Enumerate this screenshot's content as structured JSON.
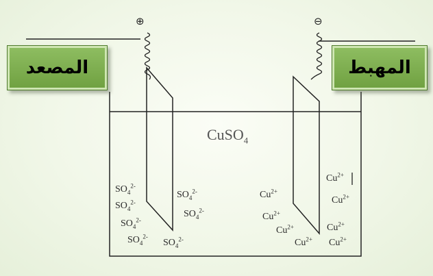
{
  "electrodes": {
    "anode_label": "المصعد",
    "cathode_label": "المهبط",
    "positive_symbol": "⊕",
    "negative_symbol": "⊖"
  },
  "solution": {
    "formula_base": "CuSO",
    "formula_sub": "4"
  },
  "ions": {
    "sulfate": {
      "base": "SO",
      "sub": "4",
      "charge": "2-"
    },
    "copper": {
      "base": "Cu",
      "charge": "2+"
    }
  },
  "colors": {
    "electrode_fill": "#7aaa4a",
    "line": "#222222"
  }
}
